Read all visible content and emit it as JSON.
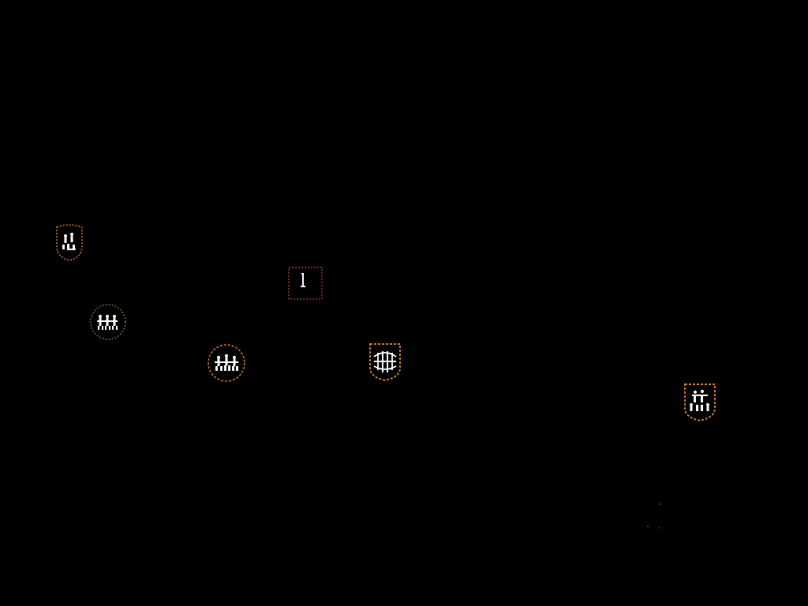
{
  "scene": {
    "background": "#000000",
    "outline_color": "#b8702a",
    "glyph_color": "#ffffff"
  },
  "tokens": [
    {
      "shape": "shield-round",
      "icon": "figure-group-icon"
    },
    {
      "shape": "circle",
      "icon": "figure-group-icon"
    },
    {
      "shape": "circle",
      "icon": "figure-group-icon"
    },
    {
      "shape": "square",
      "icon": "pillar-icon"
    },
    {
      "shape": "shield",
      "icon": "globe-grid-icon"
    },
    {
      "shape": "shield",
      "icon": "figure-group-icon"
    }
  ]
}
